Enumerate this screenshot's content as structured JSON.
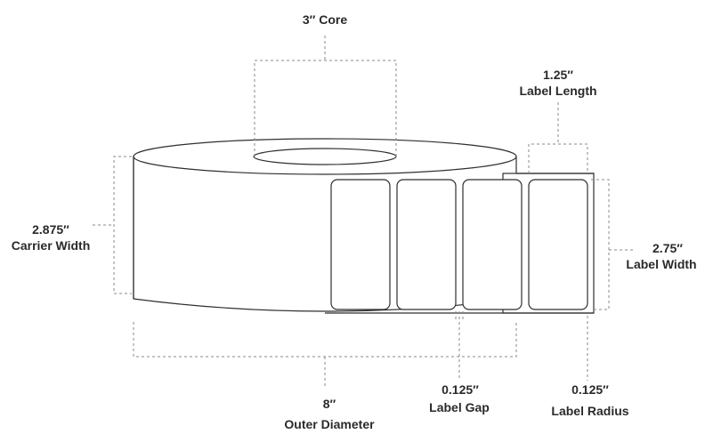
{
  "labels": {
    "core": {
      "value": "3″ Core"
    },
    "label_length": {
      "value": "1.25″",
      "name": "Label Length"
    },
    "carrier_width": {
      "value": "2.875″",
      "name": "Carrier Width"
    },
    "label_width": {
      "value": "2.75″",
      "name": "Label Width"
    },
    "outer_diameter": {
      "value": "8″",
      "name": "Outer Diameter"
    },
    "label_gap": {
      "value": "0.125″",
      "name": "Label Gap"
    },
    "label_radius": {
      "value": "0.125″",
      "name": "Label Radius"
    }
  },
  "colors": {
    "outline": "#2f2f2f",
    "dimension_line": "#8a8a8a",
    "text": "#2a2a2a",
    "fill": "#ffffff"
  }
}
